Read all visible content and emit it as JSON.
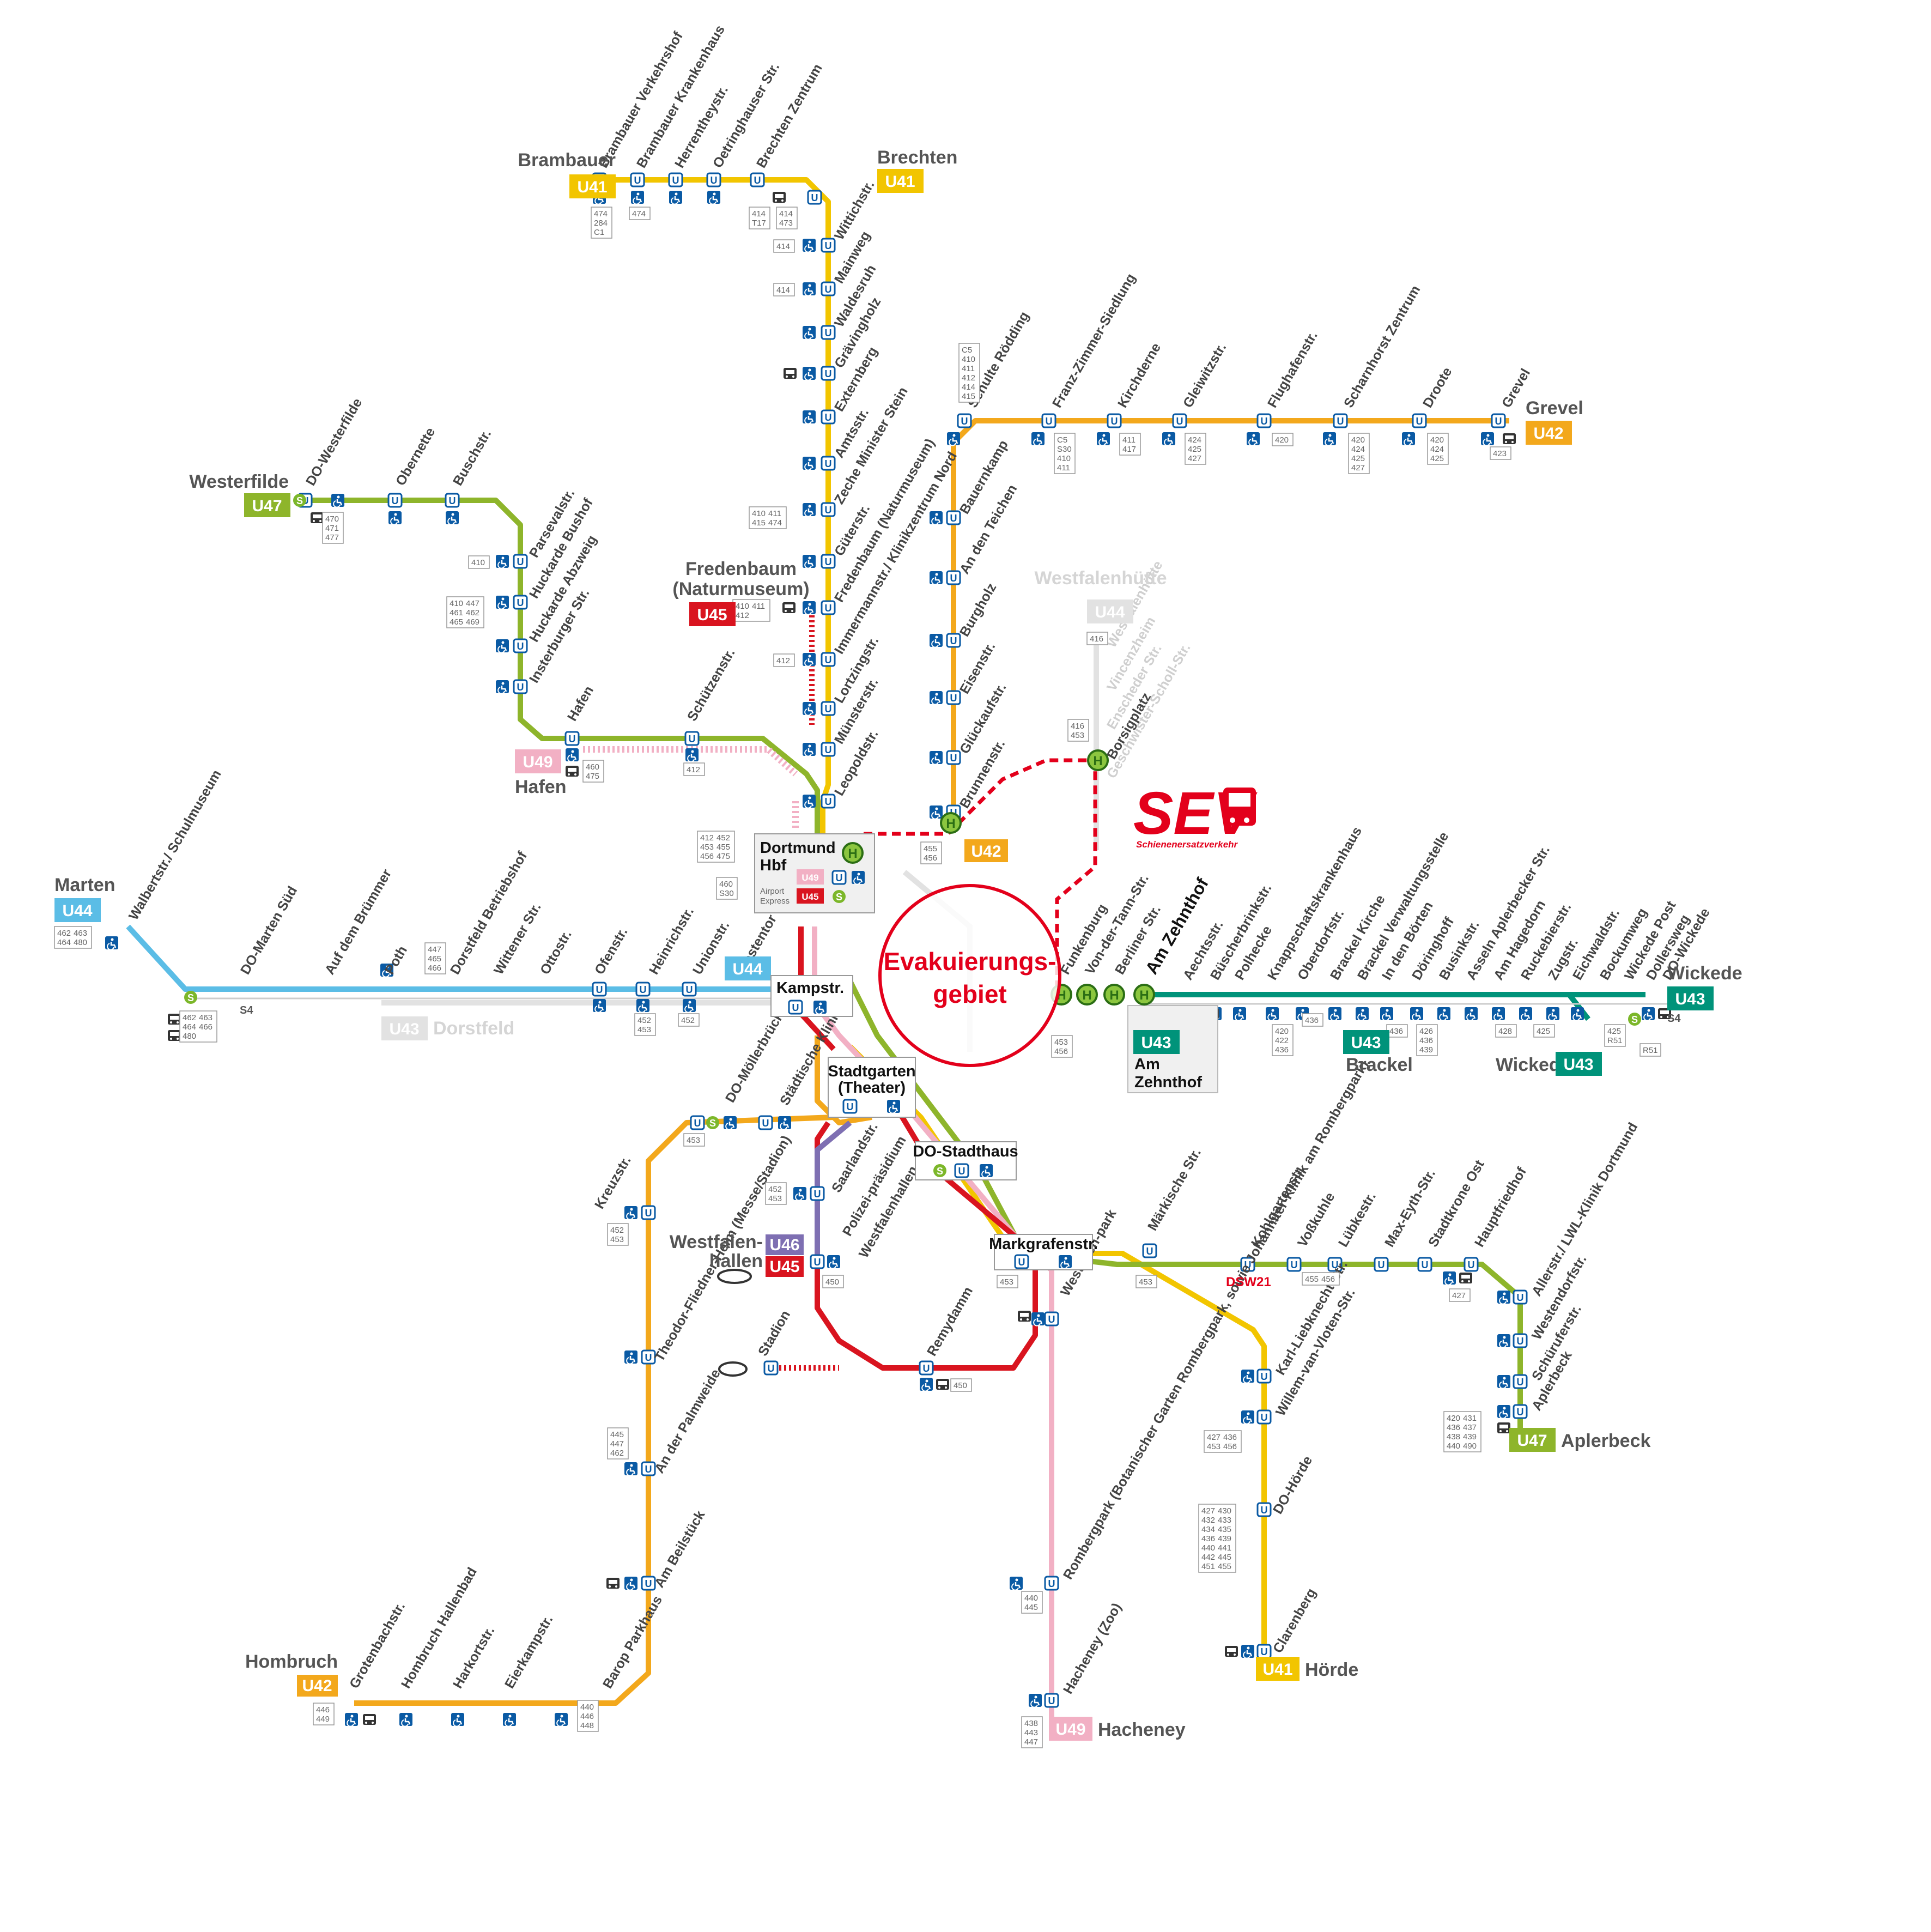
{
  "colors": {
    "u41": "#f2c500",
    "u42": "#f3a81c",
    "u43": "#00937a",
    "u44": "#5bbde6",
    "u45": "#d9141f",
    "u46": "#7e6fb2",
    "u47": "#8eb52b",
    "u49": "#f2b0c4",
    "sev": "#e3001b",
    "sbahn": "#7cb72a",
    "ubahn": "#0a5aa4",
    "inactive": "#d9d9d9"
  },
  "icons": [
    "ubahn-icon",
    "wheelchair-icon",
    "bus-icon",
    "sbahn-icon",
    "h-stop-icon",
    "sev-bus-icon",
    "stadium-icon"
  ],
  "terminals": {
    "brambauer": {
      "name": "Brambauer",
      "line": "U41"
    },
    "brechten": {
      "name": "Brechten",
      "line": "U41"
    },
    "westerfilde": {
      "name": "Westerfilde",
      "line": "U47"
    },
    "grevel": {
      "name": "Grevel",
      "line": "U42"
    },
    "fredenbaum": {
      "name": "Fredenbaum",
      "sub": "(Naturmuseum)",
      "line": "U45"
    },
    "westfalenhuette": {
      "name": "Westfalenhütte",
      "line": "U44"
    },
    "hafen": {
      "name": "Hafen",
      "line": "U49"
    },
    "marten": {
      "name": "Marten",
      "line": "U44"
    },
    "wickede": {
      "name": "Wickede",
      "line": "U43"
    },
    "dorstfeld": {
      "name": "Dorstfeld",
      "line": "U43"
    },
    "brackel": {
      "name": "Brackel",
      "line": "U43"
    },
    "wickede2": {
      "name": "Wickede",
      "line": "U43"
    },
    "westfalenhallen": {
      "name1": "Westfalen-",
      "name2": "hallen",
      "line1": "U46",
      "line2": "U45"
    },
    "aplerbeck": {
      "name": "Aplerbeck",
      "line": "U47"
    },
    "hombruch": {
      "name": "Hombruch",
      "line": "U42"
    },
    "hoerde": {
      "name": "Hörde",
      "line": "U41"
    },
    "hacheney": {
      "name": "Hacheney",
      "line": "U49"
    },
    "zehnthof": {
      "name1": "Am",
      "name2": "Zehnthof",
      "line": "U43"
    },
    "u42_bm": {
      "line": "U42"
    },
    "u44_mid": {
      "line": "U44"
    }
  },
  "hubs": {
    "hbf": {
      "name1": "Dortmund",
      "name2": "Hbf",
      "l1": "U49",
      "l2": "U45",
      "sub1": "Airport",
      "sub2": "Express"
    },
    "kampstr": {
      "name": "Kampstr."
    },
    "stadtgarten": {
      "name1": "Stadtgarten",
      "name2": "(Theater)"
    },
    "stadthaus": {
      "name": "DO-Stadthaus"
    },
    "markgrafen": {
      "name": "Markgrafenstr."
    }
  },
  "sev": {
    "logo": "SEV",
    "sub": "Schienenersatzverkehr"
  },
  "evak": {
    "l1": "Evakuierungs-",
    "l2": "gebiet"
  },
  "dsw": "DSW21",
  "sbahn_labels": {
    "s4a": "S4",
    "s4b": "S4"
  },
  "stations": {
    "u41n": [
      "Brambauer Verkehrshof",
      "Brambauer Krankenhaus",
      "Herrentheystr.",
      "Oetringhauser Str.",
      "Brechten Zentrum"
    ],
    "u41v": [
      "Wittichstr.",
      "Mainweg",
      "Waldesruh",
      "Grävingholz",
      "Externberg",
      "Amtsstr.",
      "Zeche Minister Stein",
      "Güterstr.",
      "Fredenbaum (Naturmuseum)",
      "Immermannstr./ Klinikzentrum Nord",
      "Lortzingstr.",
      "Münsterstr.",
      "Leopoldstr."
    ],
    "u42n": [
      "Schulte Rödding",
      "Franz-Zimmer-Siedlung",
      "Kirchderne",
      "Gleiwitzstr.",
      "Flughafenstr.",
      "Scharnhorst Zentrum",
      "Droote",
      "Grevel"
    ],
    "u42v": [
      "Bauernkamp",
      "An den Teichen",
      "Burgholz",
      "Eisenstr.",
      "Glückaufstr.",
      "Brunnenstr."
    ],
    "u47w": [
      "DO-Westerfilde",
      "Obernette",
      "Buschstr.",
      "Parsevalstr.",
      "Huckarde Bushof",
      "Huckarde Abzweig",
      "Insterburger Str.",
      "Hafen",
      "Schützenstr."
    ],
    "u44w": [
      "Walbertstr./ Schulmuseum",
      "DO-Marten Süd",
      "Auf dem Brümmer",
      "Poth",
      "Dorstfeld Betriebshof",
      "Wittener Str.",
      "Ottostr.",
      "Ofenstr.",
      "Heinrichstr.",
      "Unionstr.",
      "Westentor"
    ],
    "u44n": [
      "Westfalenhütte",
      "Vincenzheim",
      "Enscheder Str.",
      "Geschwister-Scholl-Str.",
      "Borsigplatz"
    ],
    "u43e": [
      "Funkenburg",
      "Von-der-Tann-Str.",
      "Berliner Str.",
      "Am Zehnthof",
      "Aechtsstr.",
      "Büscherbrinkstr.",
      "Polhecke",
      "Knappschaftskrankenhaus",
      "Oberdorfstr.",
      "Brackel Kirche",
      "Brackel Verwaltungsstelle",
      "In den Börten",
      "Döringhoff",
      "Businkstr.",
      "Asseln Aplerbecker Str.",
      "Am Hagedorn",
      "Ruckebierstr.",
      "Zugstr.",
      "Eichwaldstr.",
      "Bockumweg",
      "Wickede Post",
      "Dollersweg",
      "DO-Wickede"
    ],
    "u42s": [
      "DO-Möllerbrücke",
      "Städtische Kliniken",
      "Kreuzstr.",
      "Theodor-Fliedner-Heim (Messe/Stadion)",
      "An der Palmweide",
      "Am Beilstück",
      "Barop Parkhaus",
      "Eierkampstr.",
      "Harkortstr.",
      "Hombruch Hallenbad",
      "Grotenbachstr."
    ],
    "u45s": [
      "Saarlandstr.",
      "Polizei-präsidium",
      "Westfalenhallen",
      "Stadion",
      "Remydamm",
      "Westfalen-park"
    ],
    "u41s": [
      "Märkische Str.",
      "Kohlgartenstr.",
      "Voßkuhle",
      "Lübkestr.",
      "Max-Eyth-Str.",
      "Stadtkrone Ost",
      "Hauptfriedhof",
      "Allerstr./ LWL-Klinik Dortmund",
      "Westendorfstr.",
      "Schüruferstr.",
      "Aplerbeck",
      "Karl-Liebknecht-Str.",
      "Willem-van-Vloten-Str.",
      "DO-Hörde",
      "Clarenberg"
    ],
    "u49s": [
      "Rombergpark (Botanischer Garten Rombergpark, sowie Johanniter-Klinik am Rombergpark)",
      "Hacheney (Zoo)"
    ]
  },
  "bus": {
    "brambauer": [
      "474",
      "284",
      "C1"
    ],
    "bram2": [
      "474"
    ],
    "oet": [
      "414",
      "T17"
    ],
    "brz": [
      "414",
      "473"
    ],
    "wit": [
      "414"
    ],
    "main": [
      "414"
    ],
    "zms": [
      "410",
      "411",
      "415",
      "474"
    ],
    "fred": [
      "410",
      "411",
      "412"
    ],
    "imm": [
      "412"
    ],
    "hbf": [
      "412",
      "452",
      "453",
      "455",
      "456",
      "475"
    ],
    "hbf2": [
      "460",
      "S30"
    ],
    "sr": [
      "C5",
      "410",
      "411",
      "412",
      "414",
      "415"
    ],
    "fzs": [
      "C5",
      "S30",
      "410",
      "411"
    ],
    "kir": [
      "411",
      "417"
    ],
    "gle": [
      "424",
      "425",
      "427"
    ],
    "flu": [
      "420"
    ],
    "sch": [
      "420",
      "424",
      "425",
      "427"
    ],
    "dro": [
      "420",
      "424",
      "425"
    ],
    "gre": [
      "423"
    ],
    "wf": [
      "470",
      "471",
      "477"
    ],
    "pars": [
      "410"
    ],
    "huck": [
      "410",
      "447",
      "461",
      "462",
      "465",
      "469"
    ],
    "hafen": [
      "460",
      "475"
    ],
    "schue": [
      "412"
    ],
    "marten": [
      "462",
      "463",
      "464",
      "480"
    ],
    "martsued": [
      "462",
      "463",
      "464",
      "466",
      "480"
    ],
    "poth": [
      "447",
      "465",
      "466"
    ],
    "union": [
      "452",
      "453"
    ],
    "west": [
      "452"
    ],
    "bruennen": [
      "455",
      "456"
    ],
    "whuette": [
      "416"
    ],
    "enscheder": [
      "416",
      "453"
    ],
    "stadthaus2": [
      "453",
      "456"
    ],
    "oberdorf": [
      "420",
      "422",
      "436"
    ],
    "brkirche": [
      "436"
    ],
    "brverw": [
      "436"
    ],
    "doering": [
      "426",
      "436",
      "439"
    ],
    "eich": [
      "428"
    ],
    "bock": [
      "425"
    ],
    "dollers": [
      "425",
      "R51"
    ],
    "wickede": [
      "R51"
    ],
    "moeller": [
      "453"
    ],
    "saar": [
      "452",
      "453"
    ],
    "kreuz": [
      "452",
      "453"
    ],
    "palm": [
      "445",
      "447",
      "462"
    ],
    "westhallen": [
      "450"
    ],
    "remy": [
      "450"
    ],
    "markgr": [
      "453"
    ],
    "maerk": [
      "453"
    ],
    "voss": [
      "455",
      "456"
    ],
    "hauptf": [
      "427"
    ],
    "aplerbeck": [
      "420",
      "431",
      "436",
      "437",
      "438",
      "439",
      "440",
      "490"
    ],
    "willem": [
      "427",
      "436",
      "453",
      "456"
    ],
    "hoerde": [
      "427",
      "430",
      "432",
      "433",
      "434",
      "435",
      "436",
      "439",
      "440",
      "441",
      "442",
      "445",
      "451",
      "455"
    ],
    "romb": [
      "440",
      "445"
    ],
    "hach": [
      "438",
      "443",
      "447"
    ],
    "barop": [
      "440",
      "446",
      "448"
    ],
    "hombruch": [
      "446",
      "449"
    ]
  }
}
